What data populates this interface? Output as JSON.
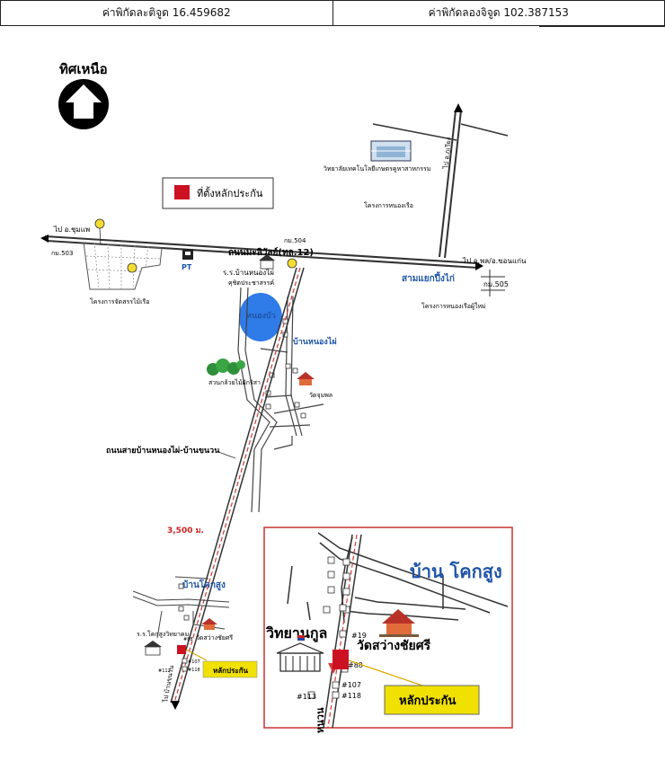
{
  "coordinates": {
    "latitude_label": "ค่าพิกัดละติจูด 16.459682",
    "longitude_label": "ค่าพิกัดลองจิจูด 102.387153"
  },
  "map": {
    "north_label": "ทิศเหนือ",
    "legend_label": "ที่ตั้งหลักประกัน",
    "labels": {
      "to_chumphae": "ไป อ.ชุมแพ",
      "km503": "กม.503",
      "road_main": "ถนนมะลิวัลย์(ทล.12)",
      "km504": "กม.504",
      "to_phon": "ไป อ.พล/อ.ขอนแก่น",
      "km505": "กม.505",
      "to_phukhieo": "ไป อ.ภูเวียง",
      "college": "วิทยาลัยเทคโนโลยีเกษตรคูหาสาหกรรม",
      "project_north": "โครงการหนองเรือ",
      "junction": "สามแยกปึ้งไก่",
      "project_east": "โครงการหนองเรือผู้ใหม่",
      "pt": "PT",
      "school_nongphai": "ร.ร.บ้านหนองไผ่",
      "school_nongphai2": "คุชิตประชาสรรค์",
      "project_west": "โครงการจัดสรรไม้เรือ",
      "pond": "หนองบัว",
      "ban_nongphai": "บ้านหนองไผ่",
      "garden": "สวนกล้วยไม้ผักริสา",
      "temple_north": "วัดจุมพล",
      "road_connect": "ถนนสายบ้านหนองไผ่-บ้านขนวน",
      "distance": "3,500 ม.",
      "ban_khoksung_small": "บ้านโคกสูง",
      "school_khoksung": "ร.ร.โคกสูงวิทยาคม",
      "temple_small": "วัดสว่างชัยศรี",
      "collateral_small": "หลักประกัน",
      "road_south": "ไป บ้านขนวน",
      "h107": "#107",
      "h118": "#118",
      "h112": "#112",
      "h88": "#88"
    },
    "inset": {
      "village": "บ้าน โคกสูง",
      "school": "วิทยานกูล",
      "temple": "วัดสว่างชัยศรี",
      "collateral": "หลักประกัน",
      "road": "หนวน",
      "h19": "#19",
      "h88": "#88",
      "h107": "#107",
      "h113": "#113",
      "h118": "#118"
    },
    "colors": {
      "road": "#333333",
      "marker": "#cc1122",
      "blue_text": "#1f55a8",
      "water": "#2f7be8",
      "callout": "#f0e100",
      "dashed": "#d23a3a"
    }
  }
}
